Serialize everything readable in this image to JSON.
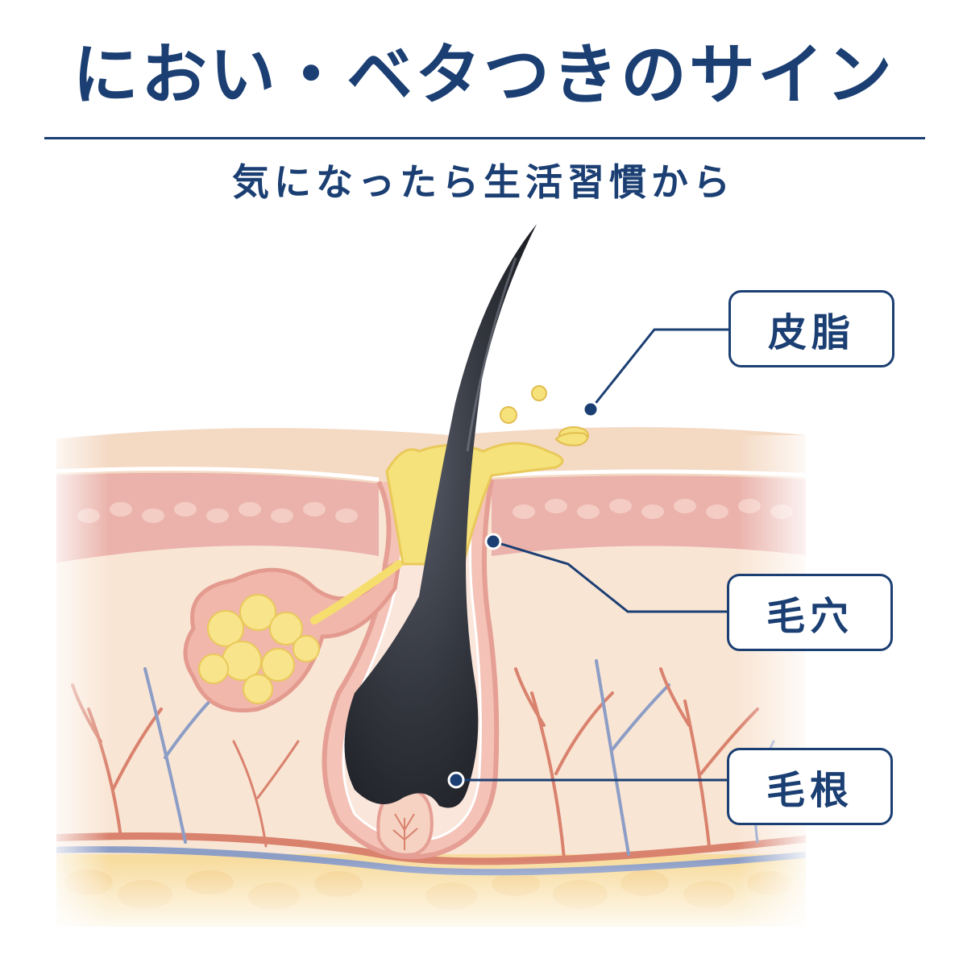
{
  "header": {
    "title": "におい・ベタつきのサイン",
    "subtitle": "気になったら生活習慣から"
  },
  "labels": {
    "sebum": "皮脂",
    "pore": "毛穴",
    "root": "毛根"
  },
  "colors": {
    "navy": "#1b3f73",
    "hair": "#2e3037",
    "sebum_yellow": "#f6e27a",
    "epidermis": "#f4d9c3",
    "dermis_pink": "#eab2aa",
    "dermis_base": "#f9e5d4",
    "fat_layer": "#f8dc9f",
    "vessel_red": "#d9826e",
    "vessel_blue": "#8c9dc6"
  }
}
